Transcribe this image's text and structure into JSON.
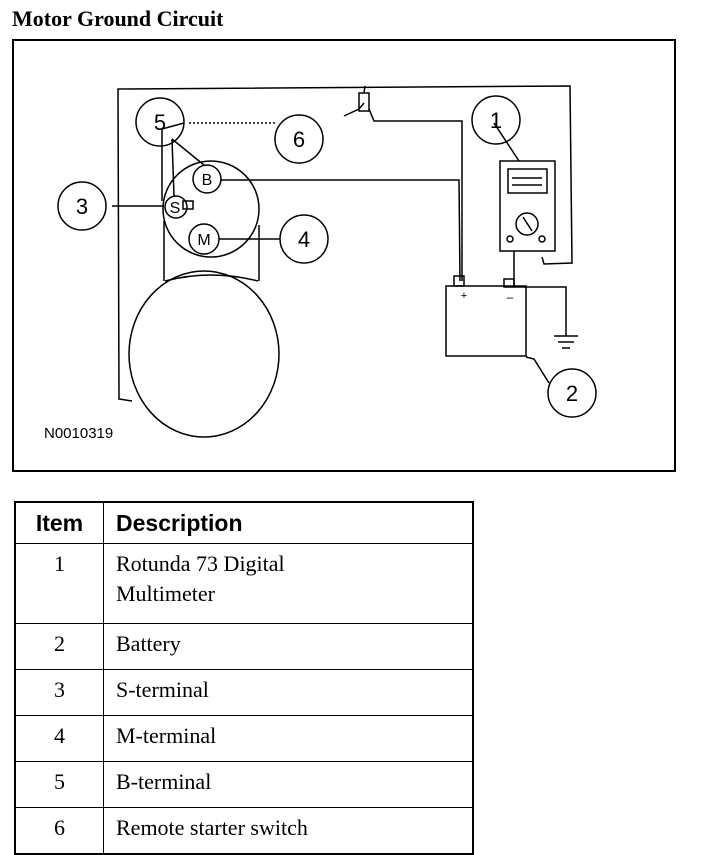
{
  "title": "Motor Ground Circuit",
  "figure": {
    "figure_id": "N0010319",
    "callouts": [
      "1",
      "2",
      "3",
      "4",
      "5",
      "6"
    ],
    "terminal_letters": {
      "b": "B",
      "s": "S",
      "m": "M"
    },
    "battery_signs": {
      "positive": "+",
      "negative": "–"
    }
  },
  "legend": {
    "headers": {
      "item": "Item",
      "description": "Description"
    },
    "rows": [
      {
        "item": "1",
        "description": "Rotunda 73 Digital Multimeter"
      },
      {
        "item": "2",
        "description": "Battery"
      },
      {
        "item": "3",
        "description": "S-terminal"
      },
      {
        "item": "4",
        "description": "M-terminal"
      },
      {
        "item": "5",
        "description": "B-terminal"
      },
      {
        "item": "6",
        "description": "Remote starter switch"
      }
    ]
  }
}
